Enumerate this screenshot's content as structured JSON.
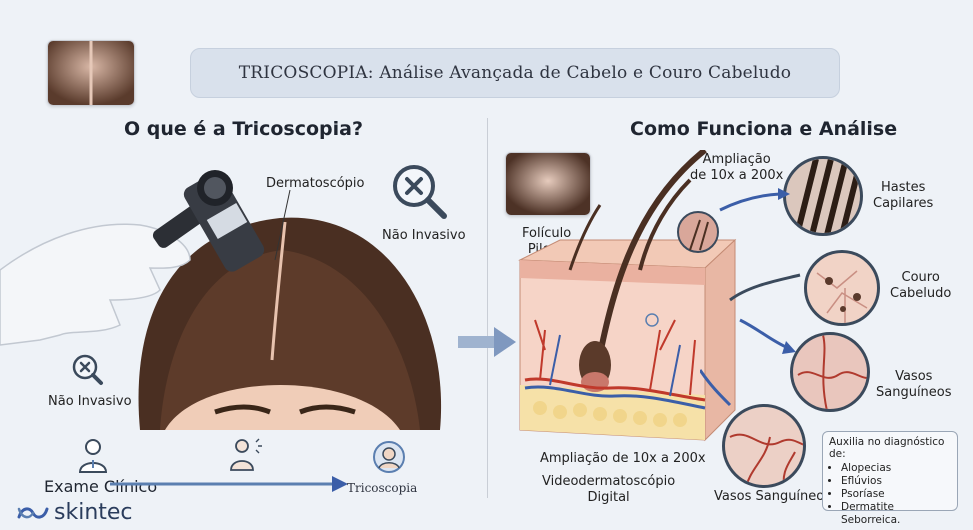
{
  "header": {
    "title": "TRICOSCOPIA: Análise Avançada de Cabelo e Couro Cabeludo"
  },
  "left": {
    "heading": "O que é a Tricoscopia?",
    "dermatoscope_label": "Dermatoscópio",
    "non_invasive_top": "Não Invasivo",
    "non_invasive_bottom": "Não Invasivo",
    "exam_label": "Exame Clínico",
    "trico_label": "Tricoscopia"
  },
  "right": {
    "heading": "Como Funciona e Análise",
    "magnification_top": "Ampliação\nde 10x a 200x",
    "folliculo_label": "Folículo\nPiloso",
    "magnification_bottom": "Ampliação de 10x a 200x",
    "video_label": "Videodermatoscópio\nDigital",
    "hastes_label": "Hastes\nCapilares",
    "couro_label": "Couro\nCabeludo",
    "vasos_label": "Vasos\nSanguíneos",
    "vasos_bottom_label": "Vasos Sanguíneos"
  },
  "diagnosis_box": {
    "title": "Auxilia no diagnóstico de:",
    "items": [
      "Alopecias",
      "Eflúvios",
      "Psoríase",
      "Dermatite Seborreica."
    ]
  },
  "brand": {
    "name": "skintec"
  },
  "colors": {
    "accent": "#5b7fb0",
    "skin": "#f2c9b6",
    "hair": "#4a2f22",
    "vessel_red": "#c0392b",
    "vessel_blue": "#3b5ea8"
  },
  "icons": [
    "magnifier-x-icon",
    "doctor-icon",
    "patient-icon",
    "person-avatar-icon",
    "skintec-logo-icon"
  ]
}
